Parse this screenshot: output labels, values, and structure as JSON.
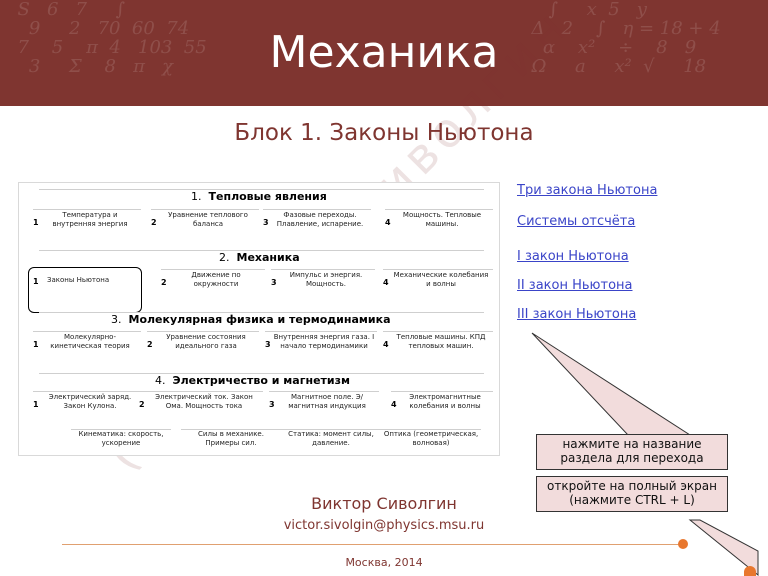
{
  "header": {
    "title": "Механика"
  },
  "block_title": "Блок 1. Законы Ньютона",
  "diagram": {
    "sections": [
      {
        "num": "1.",
        "name": "Тепловые явления",
        "items": [
          {
            "num": "1",
            "label": "Температура и внутренняя энергия"
          },
          {
            "num": "2",
            "label": "Уравнение теплового баланса"
          },
          {
            "num": "3",
            "label": "Фазовые переходы. Плавление, испарение."
          },
          {
            "num": "4",
            "label": "Мощность. Тепловые машины."
          }
        ]
      },
      {
        "num": "2.",
        "name": "Механика",
        "items": [
          {
            "num": "1",
            "label": "Законы Ньютона"
          },
          {
            "num": "2",
            "label": "Движение по окружности"
          },
          {
            "num": "3",
            "label": "Импульс и энергия. Мощность."
          },
          {
            "num": "4",
            "label": "Механические колебания и волны"
          }
        ]
      },
      {
        "num": "3.",
        "name": "Молекулярная физика и термодинамика",
        "items": [
          {
            "num": "1",
            "label": "Молекулярно-кинетическая теория"
          },
          {
            "num": "2",
            "label": "Уравнение состояния идеального газа"
          },
          {
            "num": "3",
            "label": "Внутренняя энергия газа. I начало термодинамики"
          },
          {
            "num": "4",
            "label": "Тепловые машины. КПД тепловых машин."
          }
        ]
      },
      {
        "num": "4.",
        "name": "Электричество и магнетизм",
        "items": [
          {
            "num": "1",
            "label": "Электрический заряд. Закон Кулона."
          },
          {
            "num": "2",
            "label": "Электрический ток. Закон Ома. Мощность тока"
          },
          {
            "num": "3",
            "label": "Магнитное поле. Э/магнитная индукция"
          },
          {
            "num": "4",
            "label": "Электромагнитные колебания и волны"
          }
        ]
      }
    ],
    "bottom_items": [
      "Кинематика: скорость, ускорение",
      "Силы в механике. Примеры сил.",
      "Статика: момент силы, давление.",
      "Оптика (геометрическая, волновая)"
    ]
  },
  "links": [
    "Три закона Ньютона",
    "Системы отсчёта",
    "I закон Ньютона",
    "II закон Ньютона",
    "III закон Ньютона"
  ],
  "callouts": {
    "navigate": "нажмите на название раздела для перехода",
    "fullscreen": "откройте на полный экран (нажмите CTRL + L)"
  },
  "watermark": "(с) Виктор Сиволгин",
  "author": {
    "name": "Виктор Сиволгин",
    "email": "victor.sivolgin@physics.msu.ru"
  },
  "footer": "Москва, 2014",
  "colors": {
    "brand": "#7f3530",
    "link": "#3a44c8",
    "callout_bg": "#f2dcdc",
    "accent": "#e8772e"
  }
}
